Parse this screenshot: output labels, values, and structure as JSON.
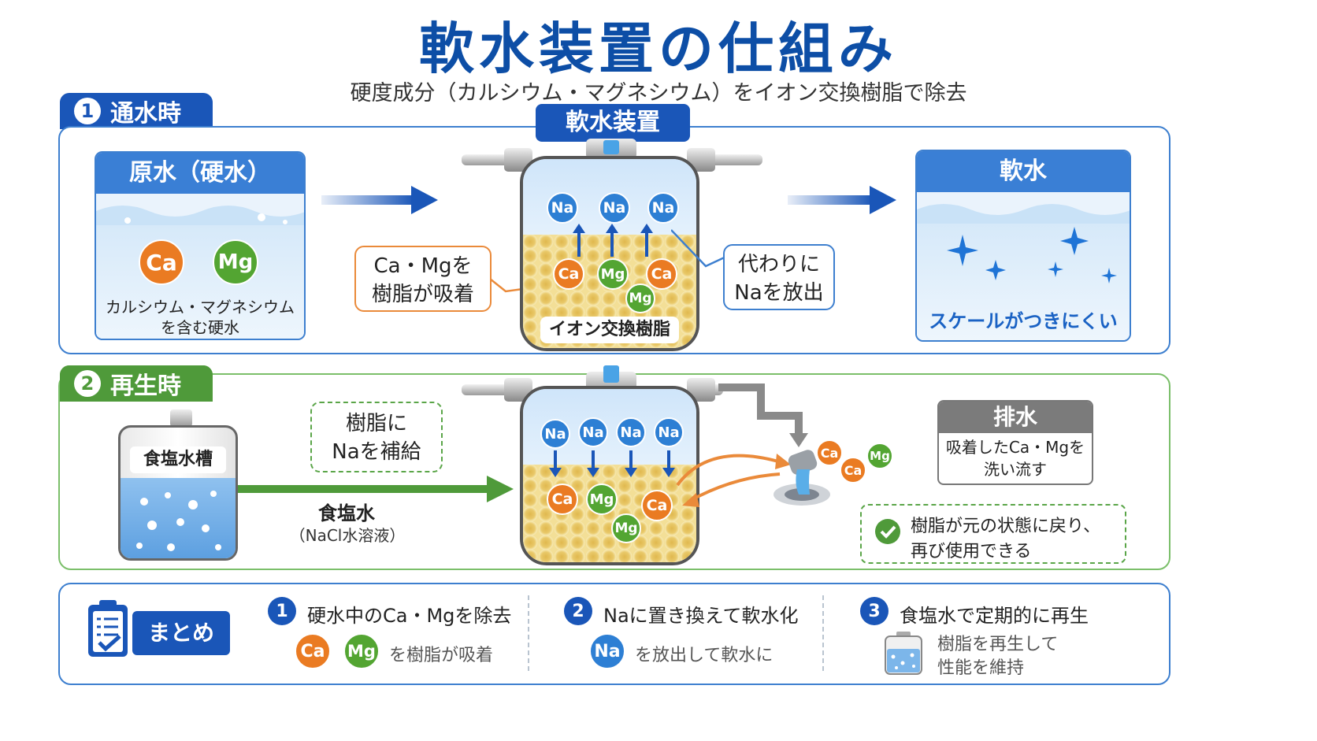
{
  "title": "軟水装置の仕組み",
  "subtitle": "硬度成分（カルシウム・マグネシウム）をイオン交換樹脂で除去",
  "colors": {
    "blue": "#0d4ea6",
    "accent_blue": "#3a7fd5",
    "green": "#4f9a3a",
    "ca": "#ea7b22",
    "mg": "#53a532",
    "na": "#2d7fd4",
    "resin": "#f3df97"
  },
  "ions": {
    "ca": "Ca",
    "mg": "Mg",
    "na": "Na"
  },
  "section1": {
    "num": "1",
    "label": "通水時",
    "device_label": "軟水装置",
    "raw": {
      "title": "原水（硬水）",
      "desc1": "カルシウム・マグネシウム",
      "desc2": "を含む硬水"
    },
    "callout_left": {
      "line1": "Ca・Mgを",
      "line2": "樹脂が吸着"
    },
    "callout_right": {
      "line1": "代わりに",
      "line2": "Naを放出"
    },
    "resin_label": "イオン交換樹脂",
    "soft": {
      "title": "軟水",
      "desc": "スケールがつきにくい"
    }
  },
  "section2": {
    "num": "2",
    "label": "再生時",
    "tank_label": "食塩水槽",
    "callout": {
      "line1": "樹脂に",
      "line2": "Naを補給"
    },
    "brine": {
      "line1": "食塩水",
      "line2": "（NaCl水溶液）"
    },
    "drain": {
      "title": "排水",
      "line1": "吸着したCa・Mgを",
      "line2": "洗い流す"
    },
    "result": {
      "line1": "樹脂が元の状態に戻り、",
      "line2": "再び使用できる"
    }
  },
  "summary": {
    "label": "まとめ",
    "items": [
      {
        "num": "1",
        "text": "硬水中のCa・Mgを除去",
        "sub": "を樹脂が吸着"
      },
      {
        "num": "2",
        "text": "Naに置き換えて軟水化",
        "sub": "を放出して軟水に"
      },
      {
        "num": "3",
        "text": "食塩水で定期的に再生",
        "sub1": "樹脂を再生して",
        "sub2": "性能を維持"
      }
    ]
  }
}
